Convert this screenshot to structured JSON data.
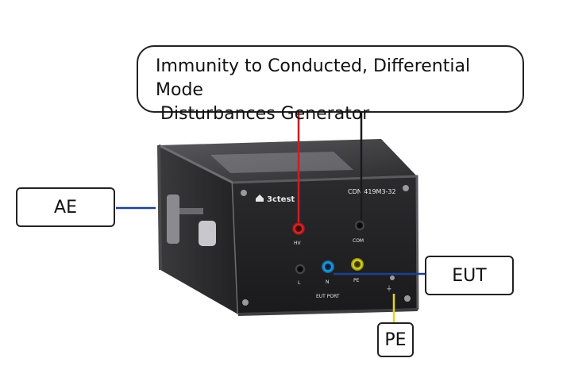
{
  "callouts": {
    "main_line1": "Immunity to Conducted, Differential  Mode",
    "main_line2": "Disturbances  Generator",
    "ae": "AE",
    "eut": "EUT",
    "pe": "PE"
  },
  "device": {
    "brand": "3ctest",
    "model": "CDN 419M3-32",
    "port_labels": {
      "hv": "HV",
      "com": "COM",
      "l": "L",
      "n": "N",
      "pe": "PE",
      "eut_port": "EUT PORT"
    }
  },
  "colors": {
    "hv_wire": "#cc1f1f",
    "com_wire": "#1a1a1a",
    "ae_line": "#1f3f8f",
    "eut_line": "#1f3f8f",
    "pe_line": "#e8d41a"
  }
}
